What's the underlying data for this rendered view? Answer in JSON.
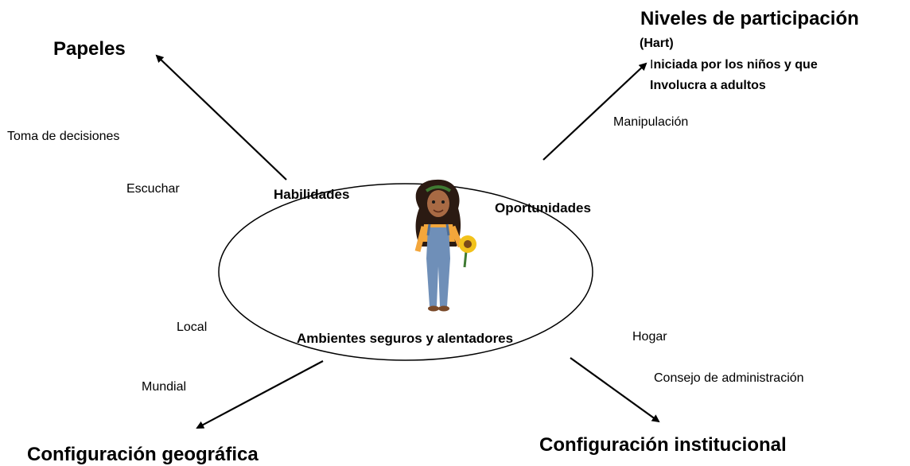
{
  "headings": {
    "roles": "Papeles",
    "participation": "Niveles de participación",
    "geographic": "Configuración  geográfica",
    "institutional": "Configuración institucional"
  },
  "participation_detail": {
    "source": "(Hart)",
    "line1_initial": "I",
    "line1_rest": "niciada por los niños y que",
    "line2": "Involucra a adultos",
    "example": "Manipulación"
  },
  "roles_examples": {
    "item1": "Toma de decisiones",
    "item2": "Escuchar"
  },
  "geographic_examples": {
    "item1": "Local",
    "item2": "Mundial"
  },
  "institutional_examples": {
    "item1": "Hogar",
    "item2": "Consejo de administración"
  },
  "ellipse": {
    "left": "Habilidades",
    "right": "Oportunidades",
    "bottom": "Ambientes seguros y alentadores",
    "center_image": "girl-with-sunflower-illustration"
  },
  "colors": {
    "stroke": "#000000",
    "text": "#000000",
    "hair": "#2b1a12",
    "skin": "#a86a44",
    "overalls": "#6f8fb8",
    "shirt": "#f3a63b",
    "sunflower": "#f2c21b"
  }
}
